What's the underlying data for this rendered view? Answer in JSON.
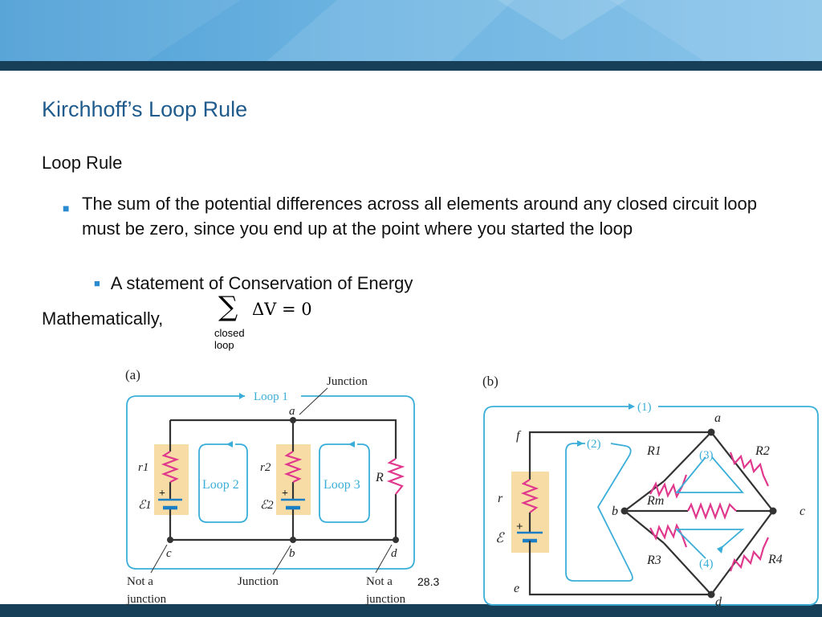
{
  "slide": {
    "title": "Kirchhoff’s Loop Rule",
    "section_heading": "Loop Rule",
    "bullet_main": "The sum of the potential differences across all elements around any closed circuit loop must be zero, since you end up at the point where you started the loop",
    "bullet_sub": "A statement of Conservation of Energy",
    "math_lead": "Mathematically,",
    "formula": {
      "sum_symbol": "∑",
      "equation": "ΔV = 0",
      "subscript_line1": "closed",
      "subscript_line2": "loop"
    },
    "slide_number": "28.3",
    "bullet_glyph": "■"
  },
  "figure_a": {
    "panel_label": "(a)",
    "loop1_label": "Loop 1",
    "loop2_label": "Loop 2",
    "loop3_label": "Loop 3",
    "junction_label_top": "Junction",
    "junction_label_bottom": "Junction",
    "node_a": "a",
    "node_b": "b",
    "node_c": "c",
    "node_d": "d",
    "resistor_r1": "r1",
    "emf_1": "ℰ1",
    "resistor_r2": "r2",
    "emf_2": "ℰ2",
    "resistor_R": "R",
    "not_junction_left": "Not a junction",
    "not_junction_right": "Not a junction",
    "battery_plus": "+"
  },
  "figure_b": {
    "panel_label": "(b)",
    "loop1_label": "(1)",
    "loop2_label": "(2)",
    "loop3_label": "(3)",
    "loop4_label": "(4)",
    "node_a": "a",
    "node_b": "b",
    "node_c": "c",
    "node_d": "d",
    "node_e": "e",
    "node_f": "f",
    "resistor_R1": "R1",
    "resistor_R2": "R2",
    "resistor_R3": "R3",
    "resistor_R4": "R4",
    "resistor_Rm": "Rm",
    "resistor_r": "r",
    "emf": "ℰ",
    "battery_plus": "+"
  },
  "colors": {
    "title_blue": "#1f5b8c",
    "bullet_blue": "#2b8bd1",
    "header_dark": "#173f57",
    "loop_cyan": "#3aaed8",
    "resistor_magenta": "#e0388d",
    "battery_tan": "#f7dca6",
    "battery_blue": "#1a7fc4",
    "wire": "#333333"
  }
}
